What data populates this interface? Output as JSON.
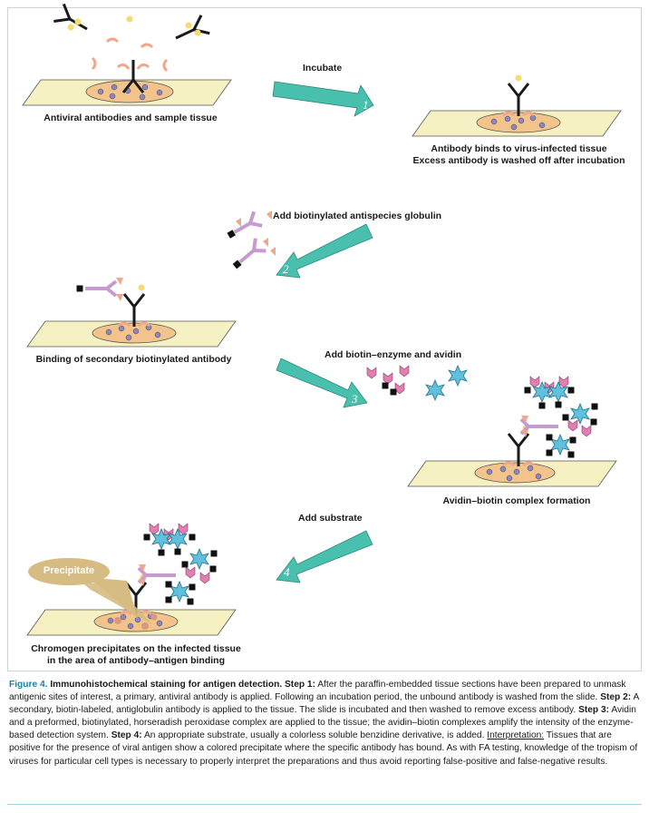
{
  "labels": {
    "panel1": "Antiviral antibodies and sample tissue",
    "panel2_line1": "Antibody binds to virus-infected tissue",
    "panel2_line2": "Excess antibody is washed off after incubation",
    "panel3": "Binding of secondary biotinylated antibody",
    "panel4": "Avidin–biotin complex formation",
    "panel5_line1": "Chromogen precipitates on the infected tissue",
    "panel5_line2": "in the area of antibody–antigen binding",
    "precipitate": "Precipitate"
  },
  "steps": [
    {
      "number": "1",
      "label": "Incubate"
    },
    {
      "number": "2",
      "label": "Add biotinylated antispecies globulin"
    },
    {
      "number": "3",
      "label": "Add biotin–enzyme and avidin"
    },
    {
      "number": "4",
      "label": "Add substrate"
    }
  ],
  "caption": {
    "figure_label": "Figure 4.",
    "title": "Immunohistochemical staining for antigen detection.",
    "step1_label": "Step 1:",
    "step1_text": "After the paraffin-embedded tissue sections have been prepared to unmask antigenic sites of interest, a primary, antiviral antibody is applied. Following an incubation period, the unbound antibody is washed from the slide.",
    "step2_label": "Step 2:",
    "step2_text": "A secondary, biotin-labeled, antiglobulin antibody is applied to the tissue. The slide is incubated and then washed to remove excess antibody.",
    "step3_label": "Step 3:",
    "step3_text": "Avidin and a preformed, biotinylated, horseradish peroxidase complex are applied to the tissue; the avidin–biotin complexes amplify the intensity of the enzyme-based detection system.",
    "step4_label": "Step 4:",
    "step4_text": "An appropriate substrate, usually a colorless soluble benzidine derivative, is added.",
    "interpretation_label": "Interpretation:",
    "interpretation_text": "Tissues that are positive for the presence of viral antigen show a colored precipitate where the specific antibody has bound. As with FA testing, knowledge of the tropism of viruses for particular cell types is necessary to properly interpret the preparations and thus avoid reporting false-positive and false-negative results."
  },
  "colors": {
    "arrow": "#49bfae",
    "slide": "#f5f1c2",
    "tissue": "#f2c48c",
    "virus": "#8c86c4",
    "antibody": "#1a1a1a",
    "binding_site": "#f0a88a",
    "antigen_tip": "#f6dc6a",
    "secondary_antibody": "#c79bd0",
    "biotin": "#111111",
    "avidin": "#5fc1dd",
    "enzyme": "#e27fb2",
    "precipitate_bubble": "#d6bb82",
    "figure_label": "#1b7fa6"
  }
}
